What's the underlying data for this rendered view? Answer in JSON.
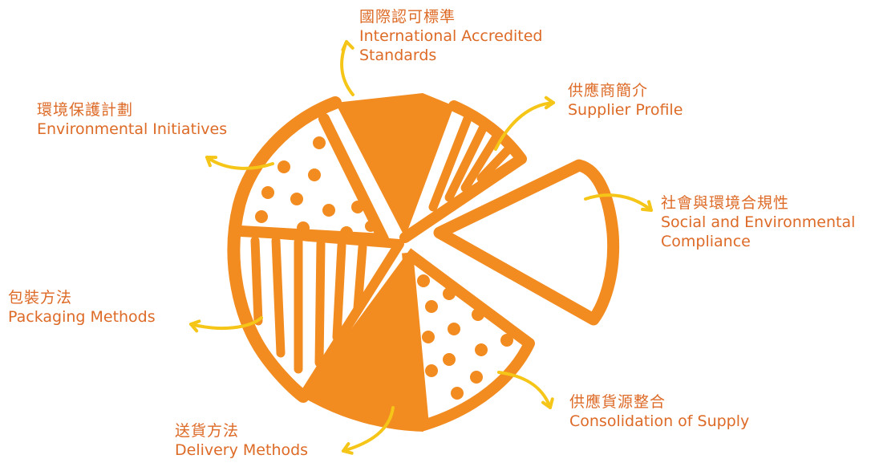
{
  "colors": {
    "orange": "#f28c20",
    "label": "#dd6a26",
    "arrow": "#f5c518"
  },
  "segments": [
    {
      "id": "standards",
      "zh": "國際認可標準",
      "en_lines": [
        "International Accredited",
        "Standards"
      ],
      "fill": "solid"
    },
    {
      "id": "supplier-profile",
      "zh": "供應商簡介",
      "en_lines": [
        "Supplier Profile"
      ],
      "fill": "stripes"
    },
    {
      "id": "social-compliance",
      "zh": "社會與環境合規性",
      "en_lines": [
        "Social and Environmental",
        "Compliance"
      ],
      "fill": "outline"
    },
    {
      "id": "consolidation",
      "zh": "供應貨源整合",
      "en_lines": [
        "Consolidation of Supply"
      ],
      "fill": "dots"
    },
    {
      "id": "delivery",
      "zh": "送貨方法",
      "en_lines": [
        "Delivery Methods"
      ],
      "fill": "solid"
    },
    {
      "id": "packaging",
      "zh": "包裝方法",
      "en_lines": [
        "Packaging Methods"
      ],
      "fill": "stripes"
    },
    {
      "id": "environmental",
      "zh": "環境保護計劃",
      "en_lines": [
        "Environmental Initiatives"
      ],
      "fill": "dots"
    }
  ]
}
